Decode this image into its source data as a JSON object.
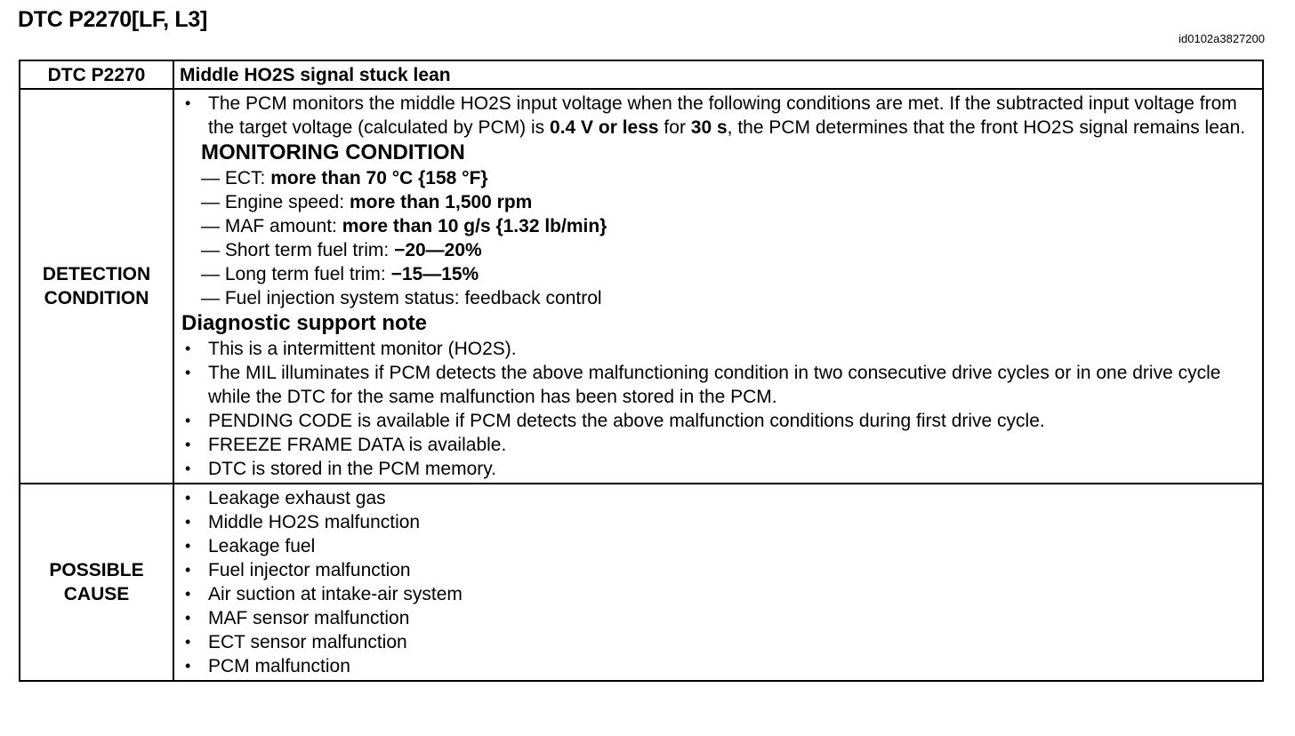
{
  "header": {
    "title": "DTC P2270[LF, L3]",
    "doc_id": "id0102a3827200"
  },
  "table": {
    "code_label": "DTC P2270",
    "code_desc": "Middle HO2S signal stuck lean",
    "detection": {
      "label_line1": "DETECTION",
      "label_line2": "CONDITION",
      "intro_a": "The PCM monitors the middle HO2S input voltage when the following conditions are met. If the subtracted input voltage from the target voltage (calculated by PCM) is ",
      "intro_b": "0.4 V or less",
      "intro_c": " for ",
      "intro_d": "30 s",
      "intro_e": ", the PCM determines that the front HO2S signal remains lean.",
      "monitoring_title": "MONITORING CONDITION",
      "conditions": [
        {
          "label": "ECT: ",
          "value": "more than 70 °C {158 °F}"
        },
        {
          "label": "Engine speed: ",
          "value": "more than 1,500 rpm"
        },
        {
          "label": "MAF amount: ",
          "value": "more than 10 g/s {1.32 lb/min}"
        },
        {
          "label": "Short term fuel trim: ",
          "value": "−20—20%"
        },
        {
          "label": "Long term fuel trim: ",
          "value": "−15—15%"
        },
        {
          "label": "Fuel injection system status: feedback control",
          "value": ""
        }
      ],
      "note_title": "Diagnostic support note",
      "notes": [
        "This is a intermittent monitor (HO2S).",
        "The MIL illuminates if PCM detects the above malfunctioning condition in two consecutive drive cycles or in one drive cycle while the DTC for the same malfunction has been stored in the PCM.",
        "PENDING CODE is available if PCM detects the above malfunction conditions during first drive cycle.",
        "FREEZE FRAME DATA is available.",
        "DTC is stored in the PCM memory."
      ]
    },
    "possible": {
      "label_line1": "POSSIBLE",
      "label_line2": "CAUSE",
      "causes": [
        "Leakage exhaust gas",
        "Middle HO2S malfunction",
        "Leakage fuel",
        "Fuel injector malfunction",
        "Air suction at intake-air system",
        "MAF sensor malfunction",
        "ECT sensor malfunction",
        "PCM malfunction"
      ]
    }
  }
}
